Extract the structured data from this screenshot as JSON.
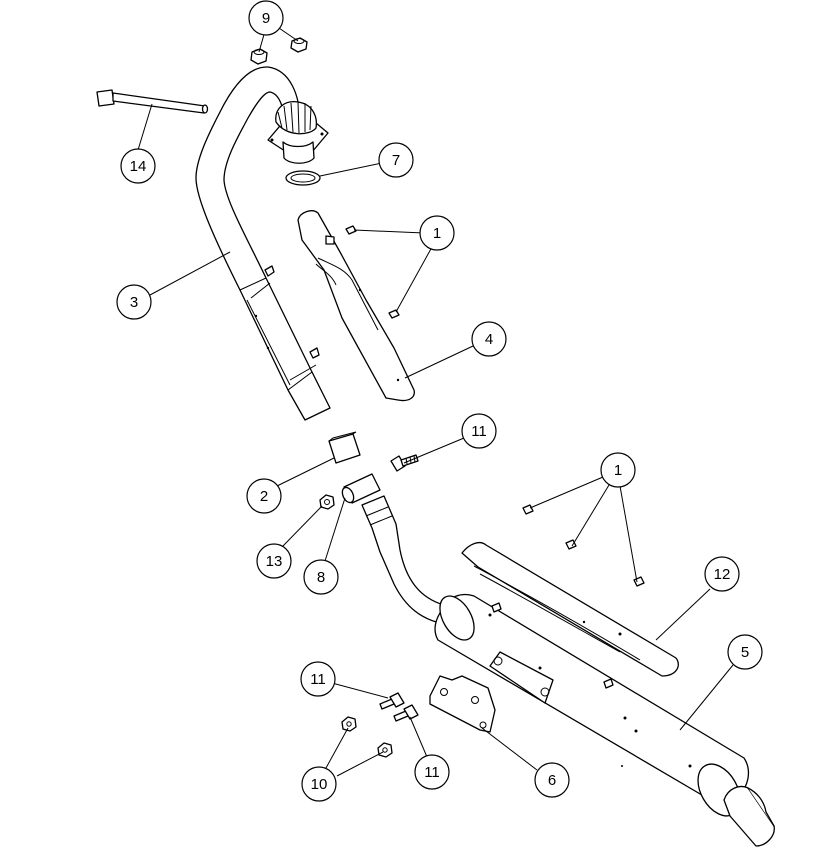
{
  "diagram": {
    "callouts": [
      {
        "id": "c9",
        "label": "9"
      },
      {
        "id": "c14",
        "label": "14"
      },
      {
        "id": "c7",
        "label": "7"
      },
      {
        "id": "c1a",
        "label": "1"
      },
      {
        "id": "c3",
        "label": "3"
      },
      {
        "id": "c4",
        "label": "4"
      },
      {
        "id": "c11a",
        "label": "11"
      },
      {
        "id": "c2",
        "label": "2"
      },
      {
        "id": "c13",
        "label": "13"
      },
      {
        "id": "c8",
        "label": "8"
      },
      {
        "id": "c1b",
        "label": "1"
      },
      {
        "id": "c12",
        "label": "12"
      },
      {
        "id": "c5",
        "label": "5"
      },
      {
        "id": "c11b",
        "label": "11"
      },
      {
        "id": "c11c",
        "label": "11"
      },
      {
        "id": "c10",
        "label": "10"
      },
      {
        "id": "c6",
        "label": "6"
      }
    ]
  }
}
